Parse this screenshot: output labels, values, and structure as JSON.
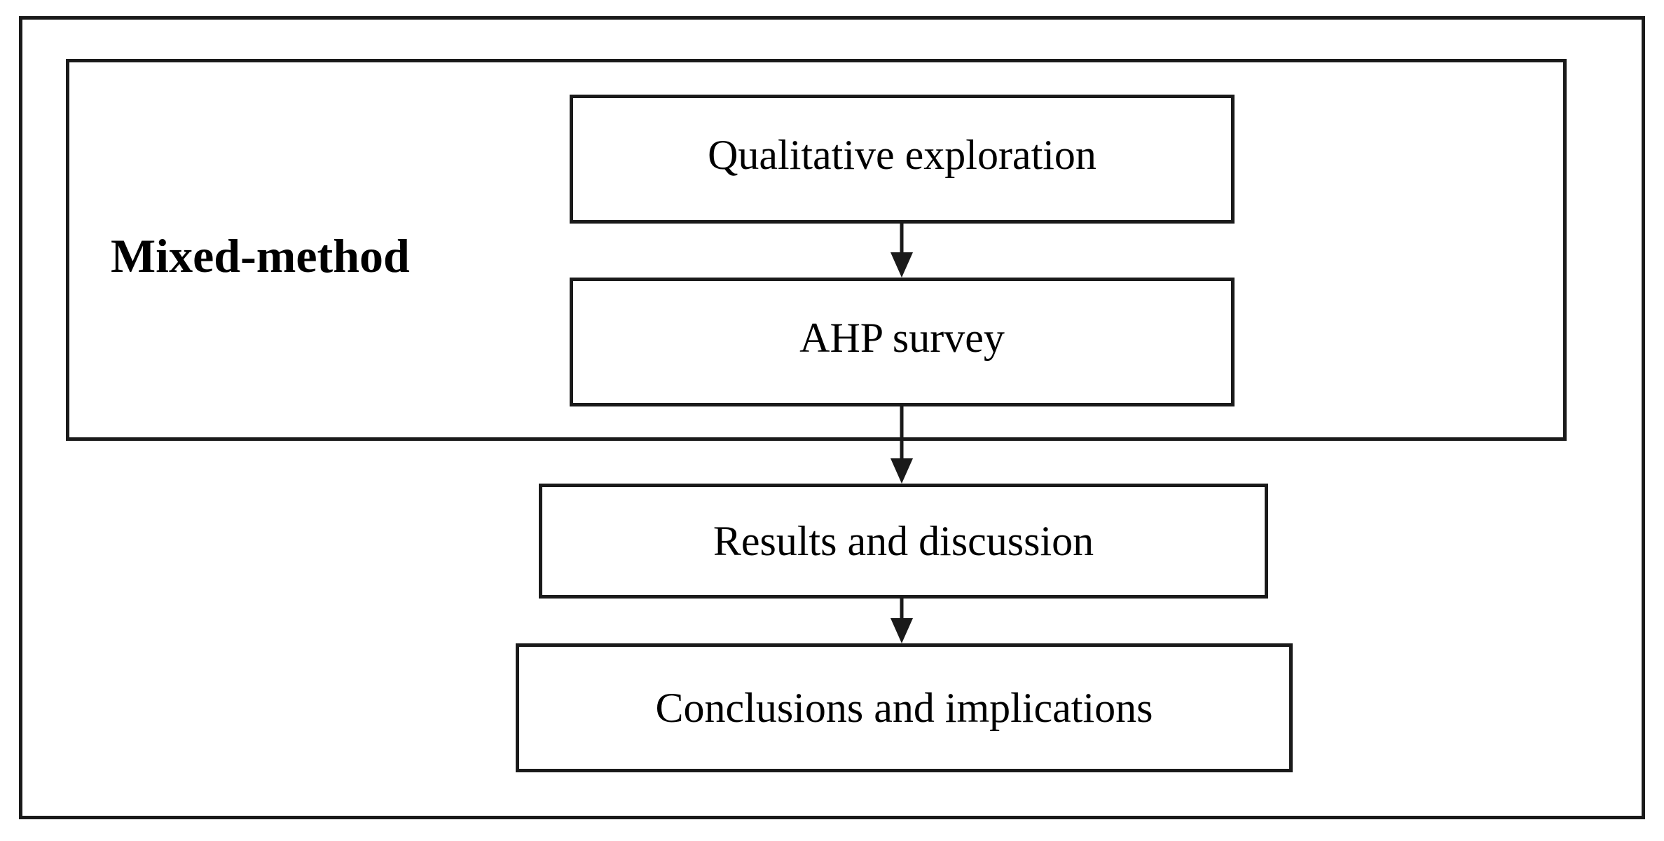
{
  "diagram": {
    "group_label": "Mixed-method",
    "steps": [
      "Qualitative exploration",
      "AHP survey",
      "Results and discussion",
      "Conclusions and implications"
    ],
    "colors": {
      "line": "#1a1a1a",
      "background": "#ffffff"
    }
  }
}
